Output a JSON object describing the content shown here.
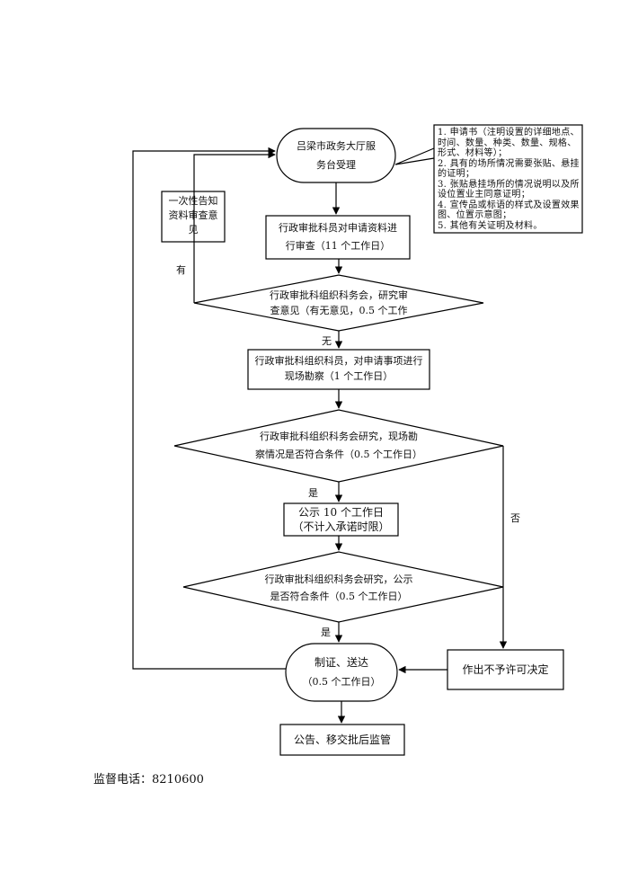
{
  "nodes": {
    "start": [
      "吕梁市政务大厅服",
      "务台受理"
    ],
    "notice": [
      "一次性告知",
      "资料审查意",
      "见"
    ],
    "review": [
      "行政审批科员对申请资料进",
      "行审查（11 个工作日）"
    ],
    "opinion": [
      "行政审批科组织科务会，研究审",
      "查意见（有无意见，0.5 个工作"
    ],
    "inspect": [
      "行政审批科组织科员，对申请事项进行",
      "现场勘察（1 个工作日）"
    ],
    "conform": [
      "行政审批科组织科务会研究，现场勘",
      "察情况是否符合条件（0.5 个工作日）"
    ],
    "publicity": [
      "公示 10 个工作日",
      "（不计入承诺时限）"
    ],
    "conform2": [
      "行政审批科组织科务会研究，公示",
      "是否符合条件（0.5 个工作日）"
    ],
    "certificate": [
      "制证、送达",
      "（0.5 个工作日）"
    ],
    "deny": [
      "作出不予许可决定"
    ],
    "announce": [
      "公告、移交批后监管"
    ]
  },
  "requirements": [
    "1. 申请书（注明设置的详细地点、时间、数量、种类、数量、规格、形式、材料等）；",
    "2. 具有的场所情况需要张贴、悬挂的证明；",
    "3. 张贴悬挂场所的情况说明以及所设位置业主同意证明；",
    "4. 宣传品或标语的样式及设置效果图、位置示意图；",
    "5. 其他有关证明及材料。"
  ],
  "edge_labels": {
    "has": "有",
    "none": "无",
    "yes1": "是",
    "no": "否",
    "yes2": "是"
  },
  "footer": {
    "phone": "监督电话：8210600"
  }
}
